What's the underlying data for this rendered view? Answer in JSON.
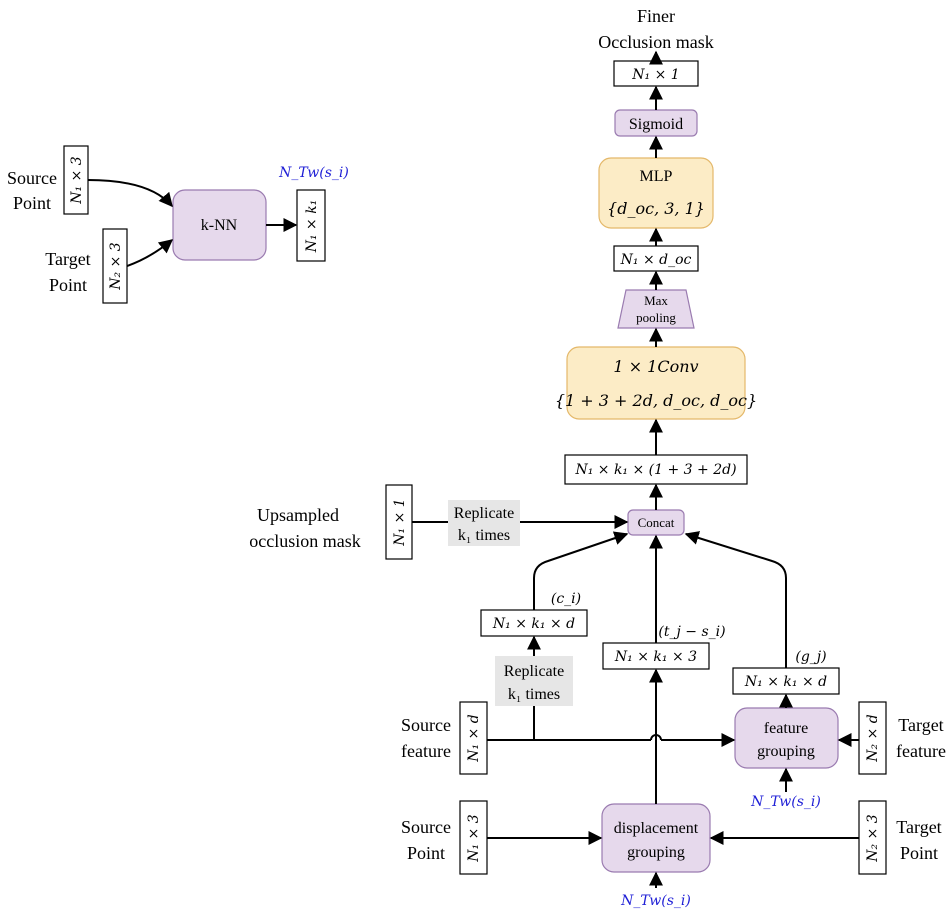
{
  "colors": {
    "purple_fill": "#e6d9ec",
    "purple_stroke": "#9a7bb0",
    "yellow_fill": "#fcecc6",
    "yellow_stroke": "#e4b86a",
    "gray_fill": "#e6e6e6",
    "blue_text": "#1f1fd6",
    "line": "#000000"
  },
  "knn_panel": {
    "source_point_label": [
      "Source",
      "Point"
    ],
    "target_point_label": [
      "Target",
      "Point"
    ],
    "source_dim": "N₁ × 3",
    "target_dim": "N₂ × 3",
    "knn_box": "k-NN",
    "output_dim": "N₁ × k₁",
    "neighborhood": "N_Tw(s_i)"
  },
  "main": {
    "title": [
      "Finer",
      "Occlusion mask"
    ],
    "output_dim": "N₁ × 1",
    "sigmoid": "Sigmoid",
    "mlp_title": "MLP",
    "mlp_params": "{d_oc, 3, 1}",
    "mlp_in_dim": "N₁ × d_oc",
    "maxpool": [
      "Max",
      "pooling"
    ],
    "conv_title": "1 × 1Conv",
    "conv_params": "{1 + 3 + 2d, d_oc, d_oc}",
    "concat_dim": "N₁ × k₁ × (1 + 3 + 2d)",
    "concat": "Concat",
    "upsampled_label": [
      "Upsampled",
      "occlusion mask"
    ],
    "upsampled_dim": "N₁ × 1",
    "replicate_top": [
      "Replicate",
      "k₁ times"
    ],
    "ci_dim": "N₁ × k₁ × d",
    "ci_label": "(c_i)",
    "replicate_mid": [
      "Replicate",
      "k₁ times"
    ],
    "disp_dim": "N₁ × k₁ × 3",
    "disp_label": "(t_j − s_i)",
    "gj_dim": "N₁ × k₁ × d",
    "gj_label": "(g_j)",
    "source_feature_label": [
      "Source",
      "feature"
    ],
    "source_feature_dim": "N₁ × d",
    "target_feature_label": [
      "Target",
      "feature"
    ],
    "target_feature_dim": "N₂ × d",
    "feature_grouping": [
      "feature",
      "grouping"
    ],
    "fg_neighborhood": "N_Tw(s_i)",
    "source_point_label": [
      "Source",
      "Point"
    ],
    "source_point_dim": "N₁ × 3",
    "target_point_label": [
      "Target",
      "Point"
    ],
    "target_point_dim": "N₂ × 3",
    "displacement_grouping": [
      "displacement",
      "grouping"
    ],
    "dg_neighborhood": "N_Tw(s_i)"
  }
}
